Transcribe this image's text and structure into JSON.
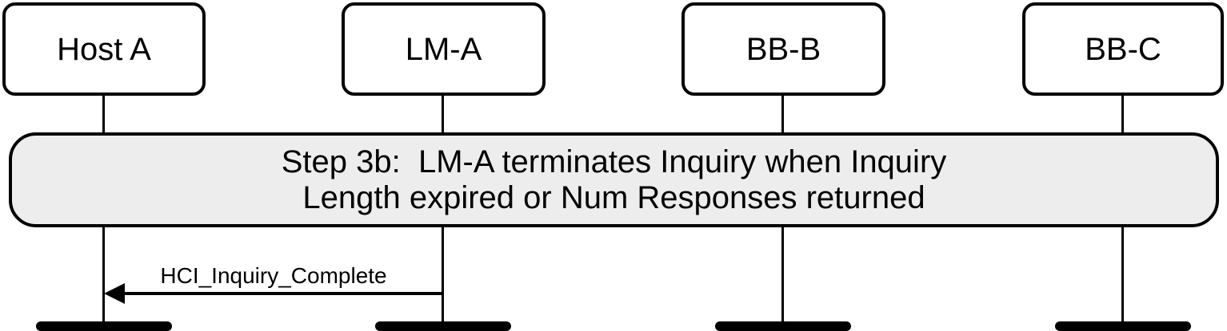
{
  "diagram": {
    "type": "sequence-diagram",
    "actors": [
      {
        "label": "Host A"
      },
      {
        "label": "LM-A"
      },
      {
        "label": "BB-B"
      },
      {
        "label": "BB-C"
      }
    ],
    "banner": {
      "line1": "Step 3b:  LM-A terminates Inquiry when Inquiry",
      "line2": "Length expired or Num Responses returned"
    },
    "message": {
      "label": "HCI_Inquiry_Complete",
      "from": "LM-A",
      "to": "Host A",
      "direction": "left"
    },
    "colors": {
      "stroke": "#000000",
      "banner_fill": "#ededed",
      "background": "#ffffff"
    }
  }
}
